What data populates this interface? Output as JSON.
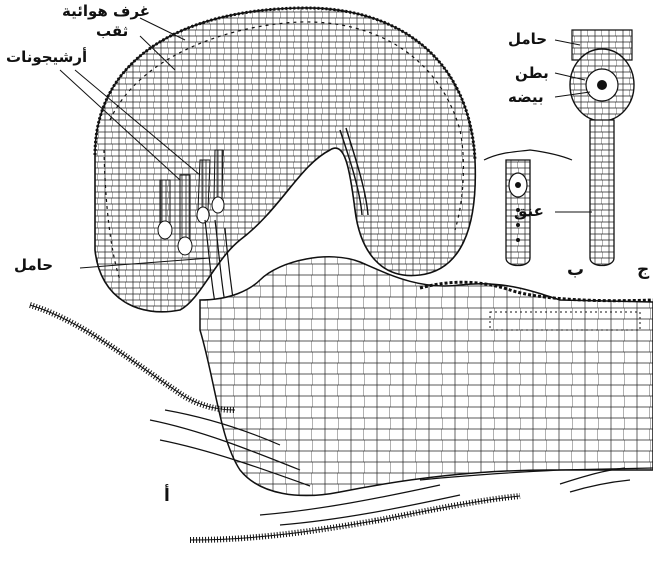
{
  "labels": {
    "air_chambers": "غرف هوائية",
    "pore": "ثقب",
    "archegonia": "أرشيجونات",
    "stalk_main": "حامل",
    "stalk_c": "حامل",
    "venter": "بطن",
    "egg": "بيضه",
    "neck": "عنق"
  },
  "figure_letters": {
    "a": "أ",
    "b": "ب",
    "c": "ج"
  },
  "colors": {
    "ink": "#111111",
    "background": "#ffffff"
  }
}
